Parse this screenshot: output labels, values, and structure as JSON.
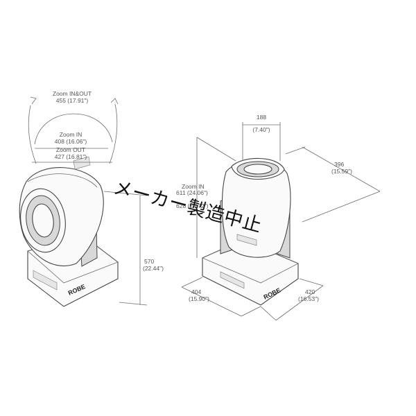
{
  "overlay": {
    "text": "メーカー製造中止"
  },
  "left_fixture": {
    "brand": "ROBE",
    "zoom_in_out": {
      "label": "Zoom IN&OUT",
      "value": "455 (17.91\")"
    },
    "zoom_in": {
      "label": "Zoom IN",
      "value": "408 (16.06\")"
    },
    "zoom_out": {
      "label": "Zoom OUT",
      "value": "427 (16.81\")"
    },
    "height": {
      "mm": "570",
      "in": "(22.44\")"
    }
  },
  "right_fixture": {
    "brand": "ROBE",
    "head_width": {
      "mm": "188",
      "in": "(7.40\")"
    },
    "depth": {
      "mm": "396",
      "in": "(15.59\")"
    },
    "zoom_in": {
      "label": "Zoom IN",
      "value": "611 (24.06\")"
    },
    "zoom_out": {
      "value": "628 (24.72\")"
    },
    "base_left": {
      "mm": "404",
      "in": "(15.90\")"
    },
    "base_right": {
      "mm": "420",
      "in": "(16.53\")"
    }
  },
  "colors": {
    "line": "#6b6b6b",
    "outline": "#444444",
    "text": "#555555",
    "overlay": "#111111"
  }
}
